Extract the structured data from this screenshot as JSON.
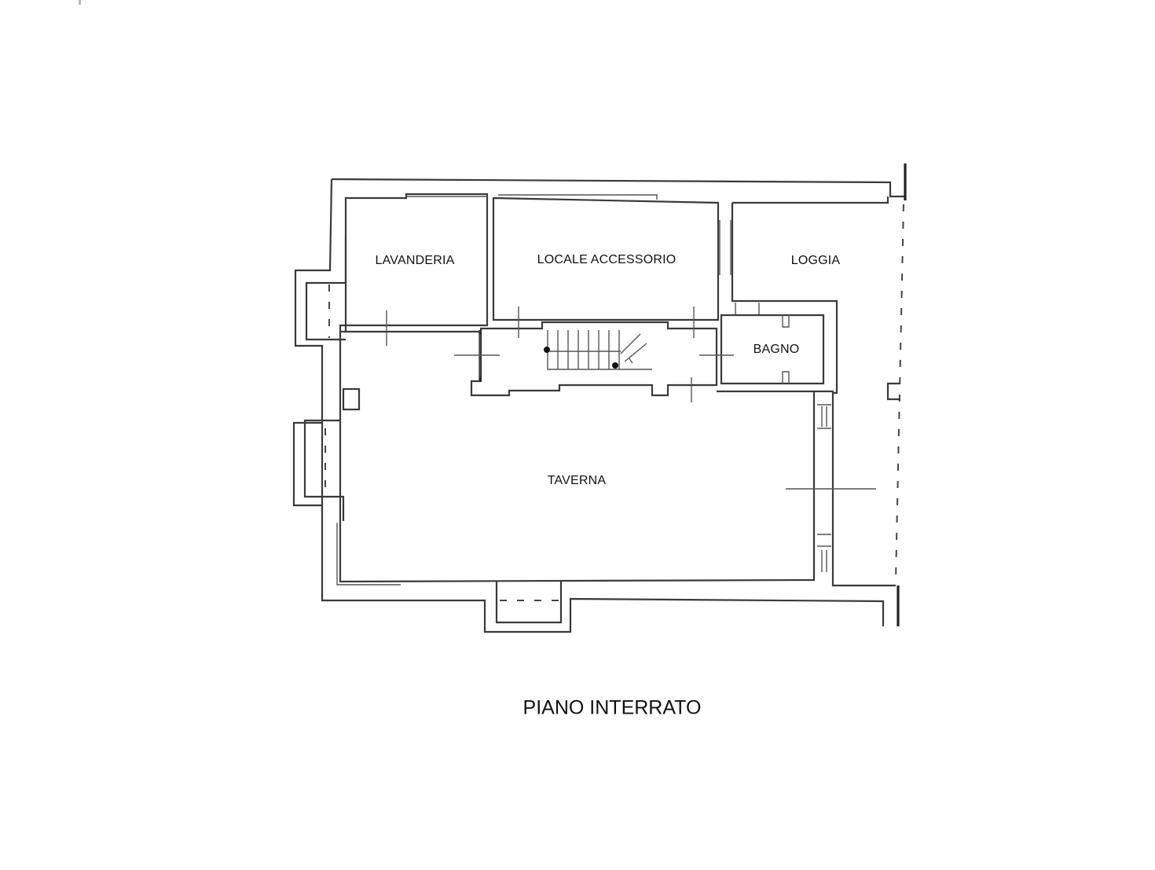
{
  "plan": {
    "title": "PIANO INTERRATO",
    "rooms": [
      {
        "id": "lavanderia",
        "label": "LAVANDERIA"
      },
      {
        "id": "locale-accessorio",
        "label": "LOCALE ACCESSORIO"
      },
      {
        "id": "loggia",
        "label": "LOGGIA"
      },
      {
        "id": "bagno",
        "label": "BAGNO"
      },
      {
        "id": "taverna",
        "label": "TAVERNA"
      }
    ],
    "colors": {
      "background": "#ffffff",
      "line": "#3a3a3a",
      "text": "#111111"
    }
  }
}
